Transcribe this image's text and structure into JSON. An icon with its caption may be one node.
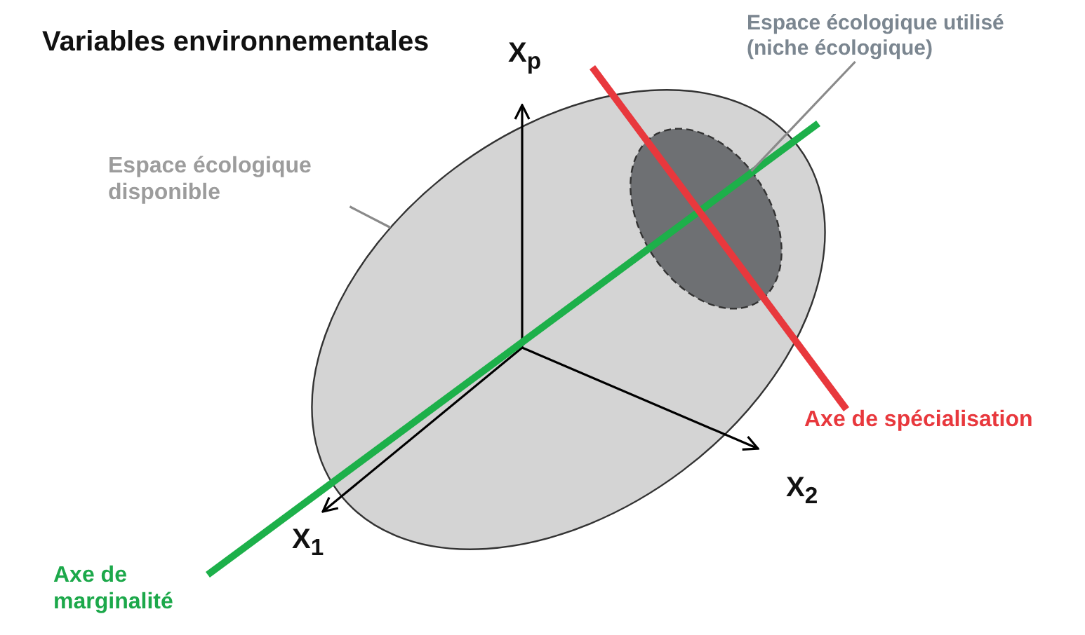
{
  "diagram": {
    "title": "Variables environnementales",
    "nodes": [
      {
        "text": [
          "Espace écologique disponible"
        ]
      },
      {
        "text": [],
        "shape": "circle"
      },
      {
        "text": [
          "Espace écologique utilisé (niche écologique)"
        ]
      },
      {
        "text": [],
        "shape": "circle",
        "in": 1
      }
    ],
    "edges": [
      {
        "from": 0,
        "to": 1,
        "arrow": "none"
      },
      {
        "from": 2,
        "to": 3,
        "arrow": "none"
      }
    ],
    "labels": [
      "X$_{p}$",
      "Axe de spécialisation",
      "X$_{2}$",
      "X$_{1}$",
      "Axe de marginalité"
    ]
  }
}
